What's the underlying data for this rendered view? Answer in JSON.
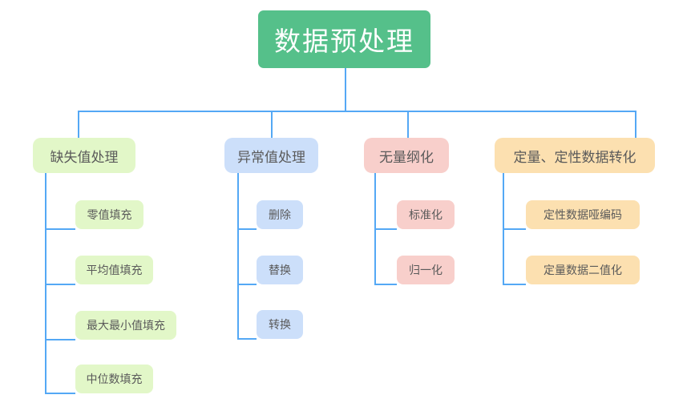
{
  "diagram": {
    "title": "数据预处理",
    "type": "mindmap-tree",
    "colors": {
      "root_fill": "#55c08a",
      "root_text": "#ffffff",
      "connector": "#54a8f5",
      "branch_green": "#e2f7c8",
      "branch_blue": "#ccdffa",
      "branch_pink": "#f8cfcb",
      "branch_orange": "#fce0b0",
      "node_text": "#5a5a5a",
      "background": "#ffffff"
    },
    "root": {
      "label": "数据预处理"
    },
    "branches": [
      {
        "label": "缺失值处理",
        "color": "green",
        "children": [
          {
            "label": "零值填充"
          },
          {
            "label": "平均值填充"
          },
          {
            "label": "最大最小值填充"
          },
          {
            "label": "中位数填充"
          }
        ]
      },
      {
        "label": "异常值处理",
        "color": "blue",
        "children": [
          {
            "label": "删除"
          },
          {
            "label": "替换"
          },
          {
            "label": "转换"
          }
        ]
      },
      {
        "label": "无量纲化",
        "color": "pink",
        "children": [
          {
            "label": "标准化"
          },
          {
            "label": "归一化"
          }
        ]
      },
      {
        "label": "定量、定性数据转化",
        "color": "orange",
        "children": [
          {
            "label": "定性数据哑编码"
          },
          {
            "label": "定量数据二值化"
          }
        ]
      }
    ]
  }
}
